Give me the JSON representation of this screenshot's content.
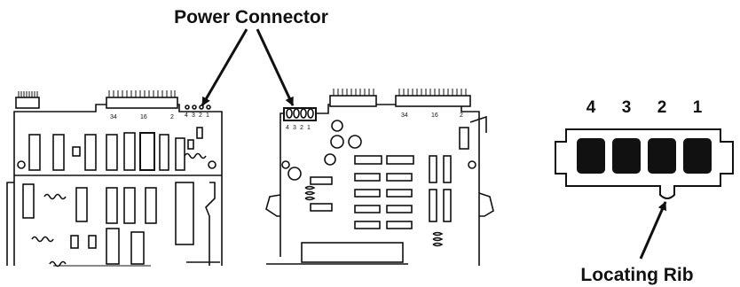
{
  "title": "Power Connector",
  "connector": {
    "pins": [
      "4",
      "3",
      "2",
      "1"
    ],
    "rib_label": "Locating Rib"
  },
  "board_left": {
    "header_labels": [
      "34",
      "16",
      "2"
    ],
    "pin_labels": [
      "4",
      "3",
      "2",
      "1"
    ]
  },
  "board_right": {
    "header_labels": [
      "34",
      "16",
      "2"
    ],
    "pin_labels": [
      "4",
      "3",
      "2",
      "1"
    ]
  }
}
